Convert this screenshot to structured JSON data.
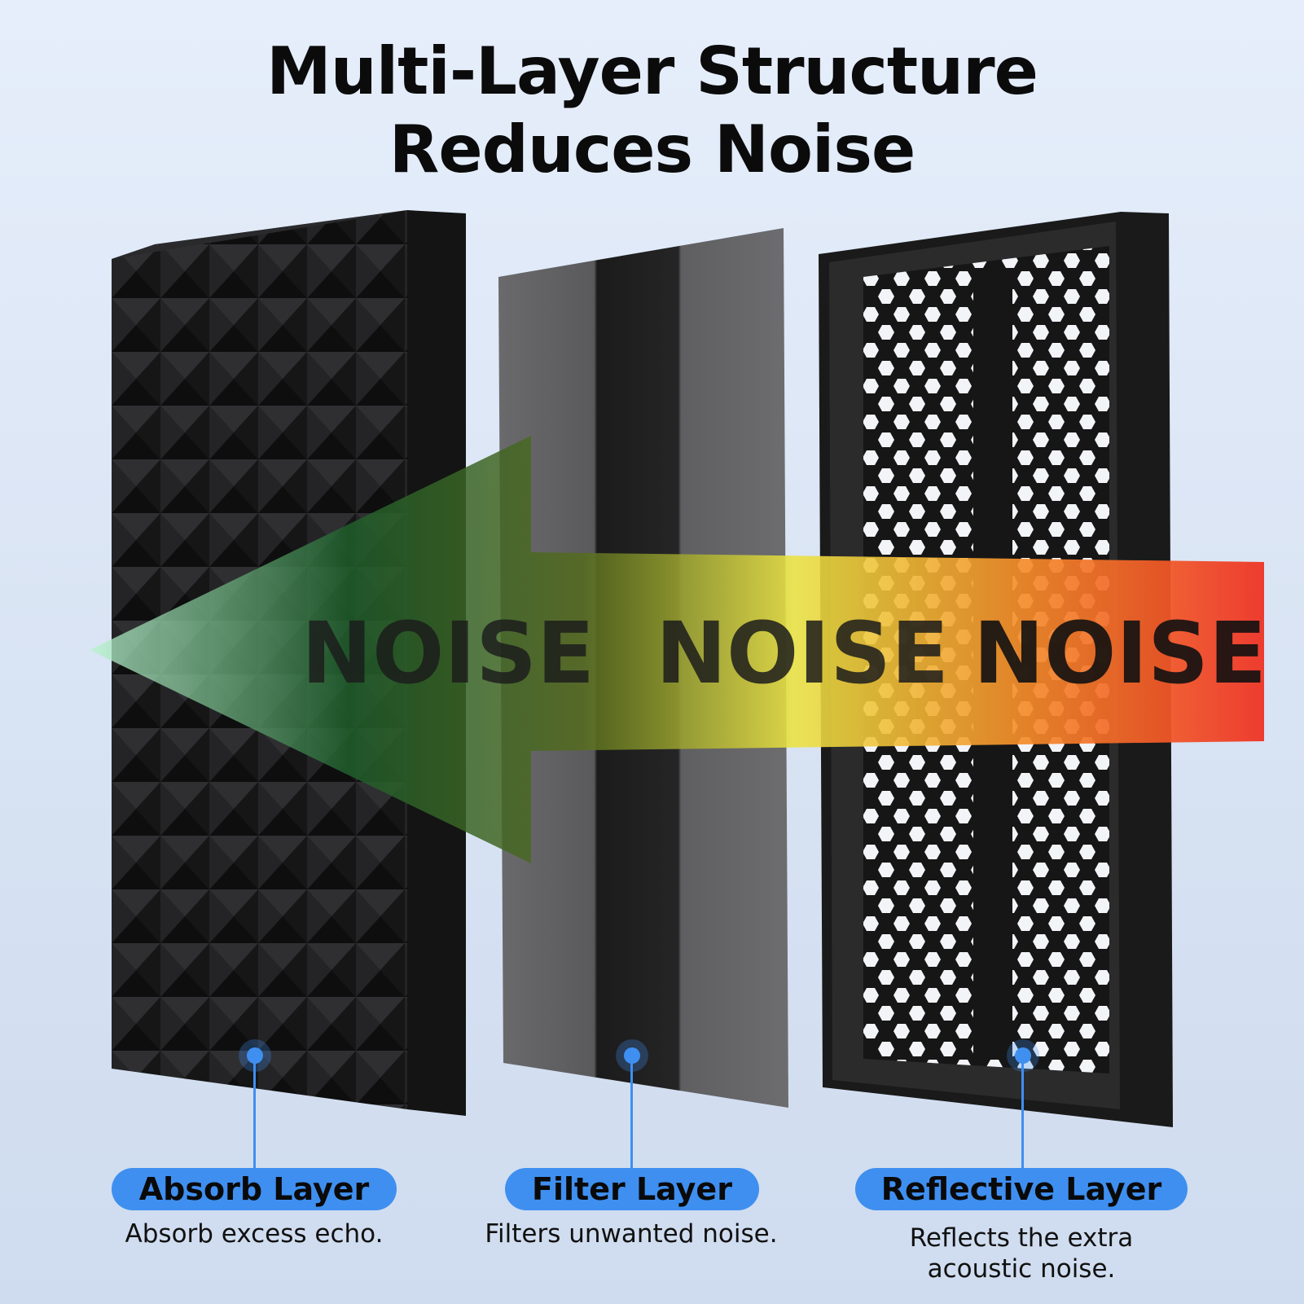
{
  "title": {
    "line1": "Multi-Layer Structure",
    "line2": "Reduces  Noise"
  },
  "arrow": {
    "words": [
      "NOISE",
      "NOISE",
      "NOISE"
    ],
    "colors": [
      "#a7f3c8",
      "#1e5b2a",
      "#e8e13c",
      "#f28a2c",
      "#ee3326"
    ]
  },
  "layers": [
    {
      "label": "Absorb Layer",
      "description": "Absorb excess echo.",
      "icon": "pyramid-foam-panel"
    },
    {
      "label": "Filter Layer",
      "description": "Filters unwanted noise.",
      "icon": "filter-foam-sheet"
    },
    {
      "label": "Reflective Layer",
      "description_line1": "Reflects the extra",
      "description_line2": "acoustic noise.",
      "icon": "hexagon-mesh-panel"
    }
  ],
  "accent_color": "#3f8ff0"
}
